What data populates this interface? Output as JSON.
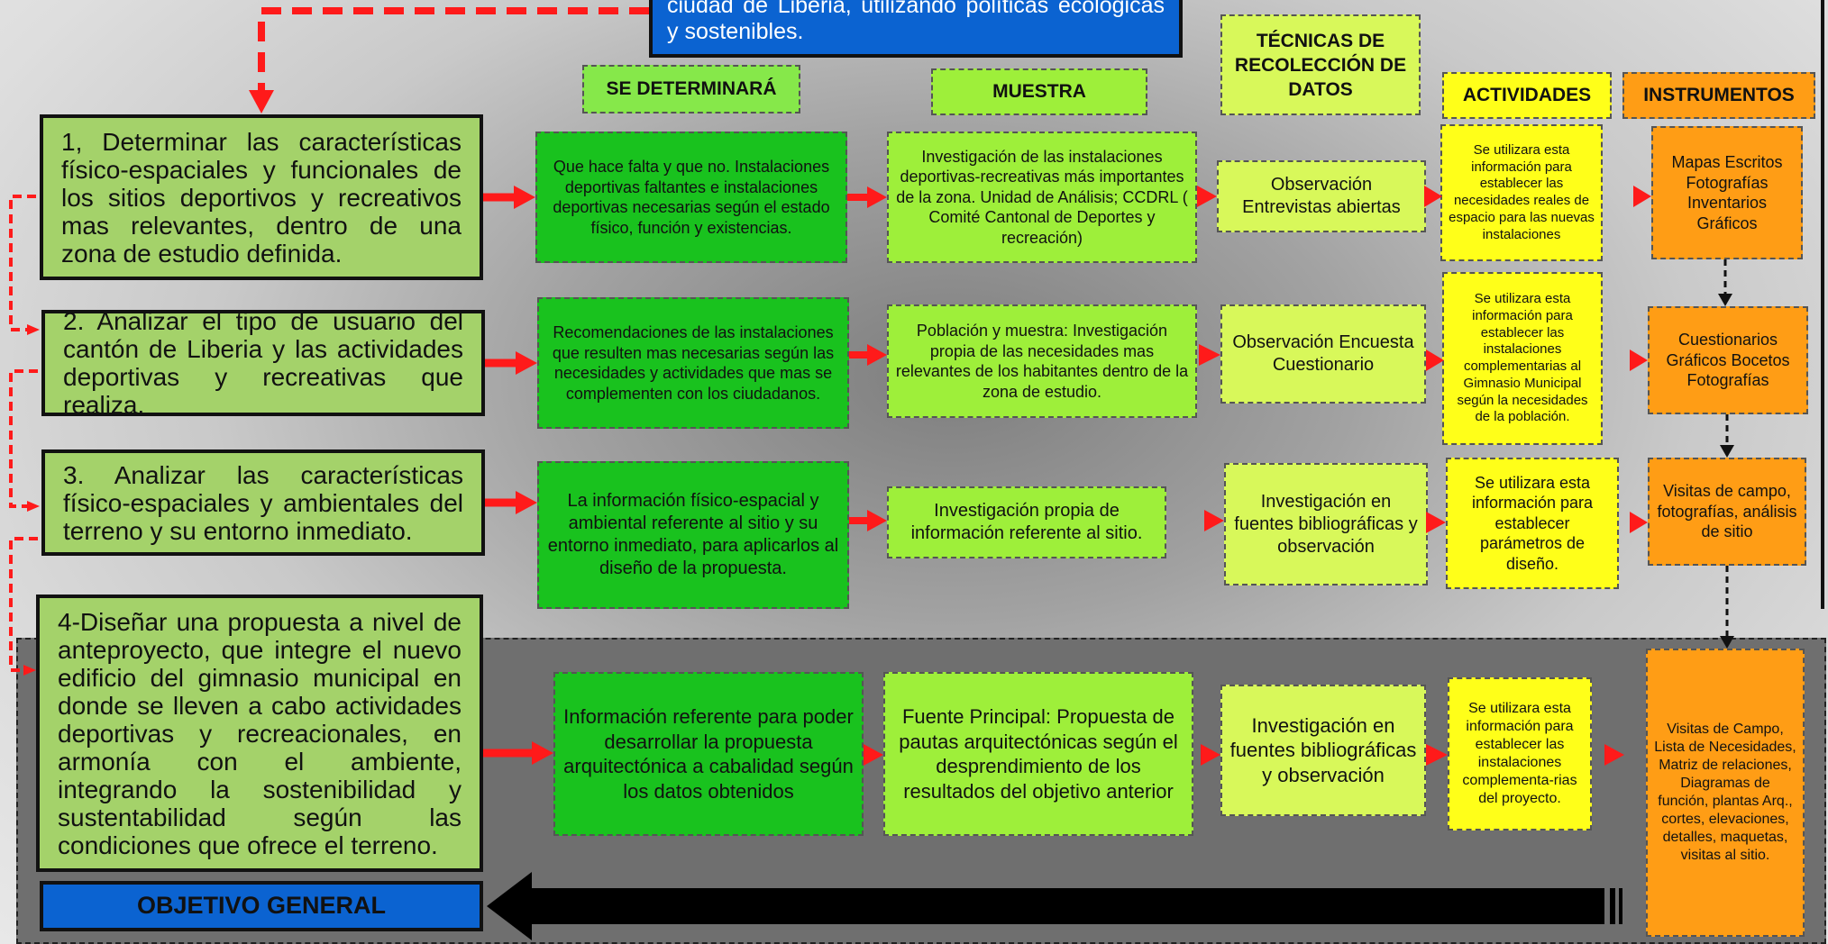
{
  "general_objective_text": "ciudad de Liberia, utilizando políticas ecológicas y sostenibles.",
  "general_objective_label": "OBJETIVO GENERAL",
  "headers": {
    "determine": "SE DETERMINARÁ",
    "sample": "MUESTRA",
    "techniques": "TÉCNICAS DE RECOLECCIÓN DE DATOS",
    "activities": "ACTIVIDADES",
    "instruments": "INSTRUMENTOS"
  },
  "objectives": [
    "1, Determinar las características físico-espaciales y funcionales de los sitios deportivos y recreativos mas relevantes, dentro de una zona de estudio definida.",
    "2. Analizar el tipo de usuario del cantón de Liberia y las actividades deportivas y recreativas que realiza.",
    "3. Analizar las características físico-espaciales y ambientales del terreno y su entorno inmediato.",
    "4-Diseñar una propuesta a nivel de anteproyecto, que integre el nuevo edificio del gimnasio municipal en donde se lleven a cabo actividades deportivas y recreacionales, en armonía con el ambiente, integrando la sostenibilidad y sustentabilidad según las condiciones que ofrece el terreno."
  ],
  "rows": [
    {
      "determine": "Que hace falta y que no. Instalaciones deportivas faltantes e instalaciones deportivas necesarias según el estado físico, función y existencias.",
      "sample": "Investigación de las instalaciones deportivas-recreativas más importantes de la zona. Unidad de Análisis; CCDRL ( Comité Cantonal de Deportes y recreación)",
      "technique": "Observación Entrevistas abiertas",
      "activity": "Se utilizara esta información para establecer las necesidades reales de espacio para las nuevas instalaciones",
      "instrument": "Mapas Escritos Fotografías Inventarios Gráficos"
    },
    {
      "determine": "Recomendaciones de las instalaciones que resulten mas necesarias según las necesidades y actividades que mas se complementen con los ciudadanos.",
      "sample": "Población y muestra: Investigación propia de las necesidades mas relevantes de los habitantes dentro de la zona de estudio.",
      "technique": "Observación Encuesta Cuestionario",
      "activity": "Se utilizara esta información para establecer las instalaciones complementarias al Gimnasio Municipal según la necesidades de la población.",
      "instrument": "Cuestionarios Gráficos Bocetos Fotografías"
    },
    {
      "determine": "La información físico-espacial y ambiental referente al sitio y su entorno inmediato, para aplicarlos al diseño de la propuesta.",
      "sample": "Investigación propia de información referente al sitio.",
      "technique": "Investigación en fuentes bibliográficas y observación",
      "activity": "Se utilizara esta información para establecer parámetros de diseño.",
      "instrument": "Visitas de campo, fotografías, análisis de sitio"
    },
    {
      "determine": "Información referente para poder desarrollar la propuesta arquitectónica a cabalidad según los datos obtenidos",
      "sample": "Fuente Principal: Propuesta de pautas arquitectónicas según el desprendimiento de los resultados del objetivo anterior",
      "technique": "Investigación en fuentes bibliográficas y observación",
      "activity": "Se utilizara esta información para establecer las instalaciones complementa-rias del proyecto.",
      "instrument": "Visitas de Campo, Lista de Necesidades, Matriz de relaciones, Diagramas de función, plantas Arq., cortes, elevaciones, detalles, maquetas, visitas al sitio."
    }
  ]
}
